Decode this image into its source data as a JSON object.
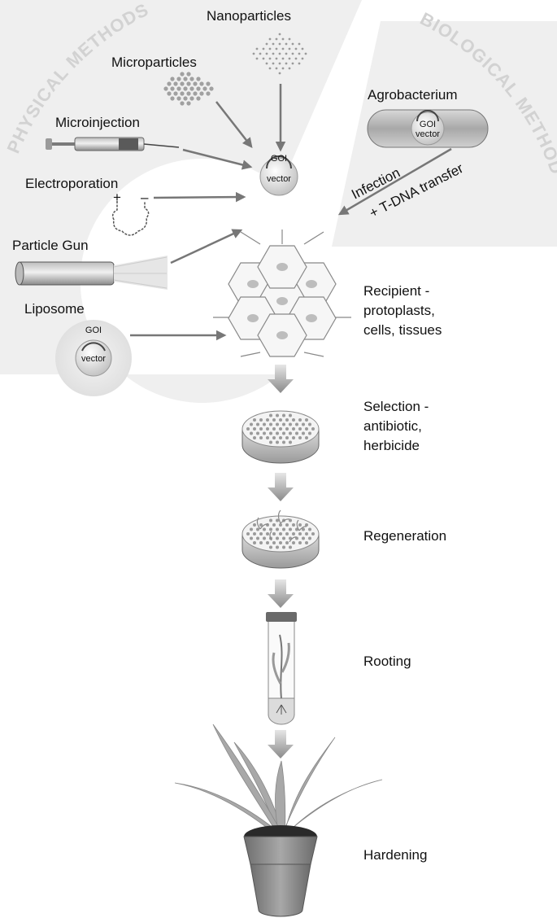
{
  "sections": {
    "physical": "PHYSICAL METHODS",
    "biological": "BIOLOGICAL METHOD"
  },
  "physical_methods": {
    "nanoparticles": "Nanoparticles",
    "microparticles": "Microparticles",
    "microinjection": "Microinjection",
    "electroporation": "Electroporation",
    "electroporation_plus": "+",
    "electroporation_minus": "–",
    "particle_gun": "Particle Gun",
    "liposome": "Liposome"
  },
  "vector": {
    "goi": "GOI",
    "vector": "vector"
  },
  "biological_method": {
    "agrobacterium": "Agrobacterium",
    "infection": "Infection",
    "tdna_transfer": "+ T-DNA transfer"
  },
  "steps": {
    "recipient_1": "Recipient -",
    "recipient_2": "protoplasts,",
    "recipient_3": "cells, tissues",
    "selection_1": "Selection -",
    "selection_2": "antibiotic,",
    "selection_3": "herbicide",
    "regeneration": "Regeneration",
    "rooting": "Rooting",
    "hardening": "Hardening"
  },
  "colors": {
    "sector": "#efefef",
    "sector_text": "#d2d2d2",
    "arrow": "#777777",
    "dark": "#333333"
  }
}
